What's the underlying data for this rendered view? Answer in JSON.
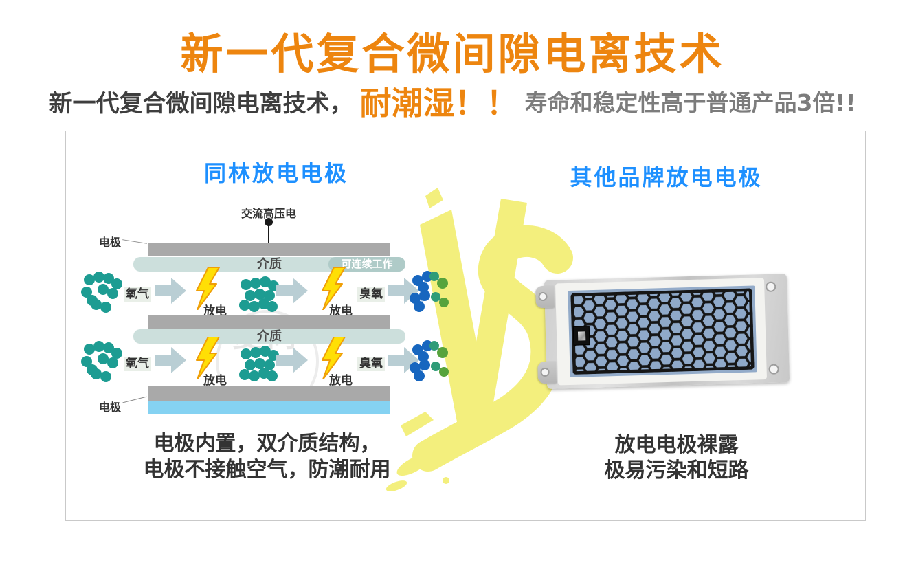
{
  "header": {
    "title": "新一代复合微间隙电离技术",
    "subtitle": {
      "part1": "新一代复合微间隙电离技术，",
      "highlight": "耐潮湿！！",
      "part2": "寿命和稳定性高于普通产品3倍!!"
    }
  },
  "left_panel": {
    "heading": "同林放电电极",
    "diagram": {
      "ac_label": "交流高压电",
      "electrode_label": "电极",
      "dielectric_label": "介质",
      "continuous_badge": "可连续工作",
      "oxygen_label": "氧气",
      "ozone_label": "臭氧",
      "discharge_label": "放电",
      "watermark": "复同"
    },
    "caption": [
      "电极内置，双介质结构，",
      "电极不接触空气，防潮耐用"
    ]
  },
  "vs_label": "VS",
  "right_panel": {
    "heading": "其他品牌放电电极",
    "caption": [
      "放电电极裸露",
      "极易污染和短路"
    ]
  },
  "colors": {
    "title_orange": "#ED850F",
    "heading_blue": "#1E90FF",
    "vs_yellow": "#F3EF7D",
    "electrode_gray": "#A9A9A9",
    "dielectric_teal": "#CCDFDC",
    "badge_teal": "#AFCBC8",
    "bottom_blue_bar": "#85D2F2",
    "molecule_teal": "#1D9C92",
    "molecule_blue": "#1766BF",
    "molecule_green": "#56A33C",
    "arrow_gray": "#B9CED4",
    "bolt_yellow": "#FFDF05",
    "bolt_outline": "#EF9E07",
    "plate_ceramic_blue": "#93ABC9"
  }
}
